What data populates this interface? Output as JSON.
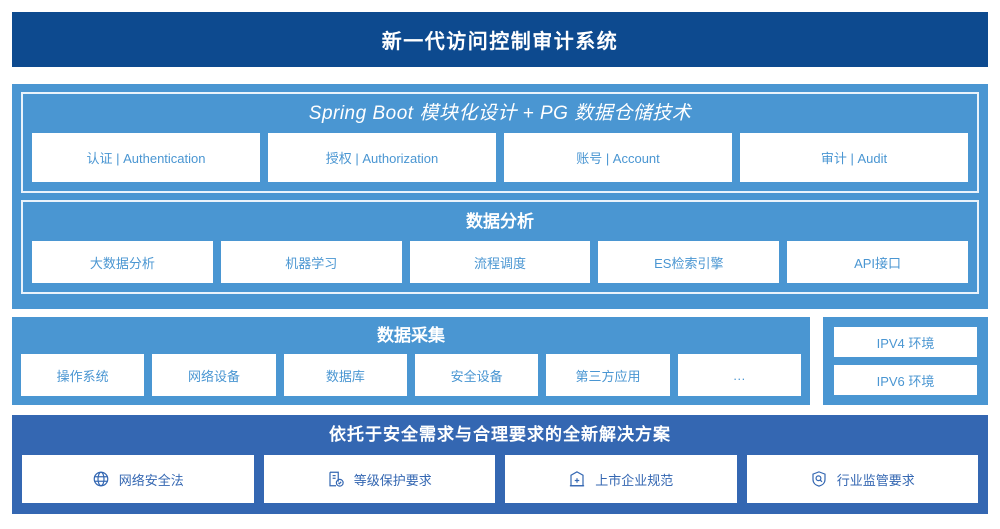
{
  "header": {
    "title": "新一代访问控制审计系统",
    "bg_color": "#0d4a8f"
  },
  "platform": {
    "bg_color": "#4a96d2",
    "springboot": {
      "title": "Spring Boot 模块化设计 + PG 数据仓储技术",
      "chips": [
        {
          "label": "认证 | Authentication"
        },
        {
          "label": "授权 | Authorization"
        },
        {
          "label": "账号 | Account"
        },
        {
          "label": "审计 | Audit"
        }
      ]
    },
    "analysis": {
      "title": "数据分析",
      "chips": [
        {
          "label": "大数据分析"
        },
        {
          "label": "机器学习"
        },
        {
          "label": "流程调度"
        },
        {
          "label": "ES检索引擎"
        },
        {
          "label": "API接口"
        }
      ]
    }
  },
  "collection": {
    "bg_color": "#4a96d2",
    "title": "数据采集",
    "chips": [
      {
        "label": "操作系统"
      },
      {
        "label": "网络设备"
      },
      {
        "label": "数据库"
      },
      {
        "label": "安全设备"
      },
      {
        "label": "第三方应用"
      },
      {
        "label": "…"
      }
    ]
  },
  "environment": {
    "bg_color": "#4a96d2",
    "chips": [
      {
        "label": "IPV4 环境"
      },
      {
        "label": "IPV6 环境"
      }
    ]
  },
  "compliance": {
    "bg_color": "#3467b2",
    "title": "依托于安全需求与合理要求的全新解决方案",
    "chips": [
      {
        "label": "网络安全法",
        "icon": "globe-network-icon"
      },
      {
        "label": "等级保护要求",
        "icon": "document-check-icon"
      },
      {
        "label": "上市企业规范",
        "icon": "bank-building-icon"
      },
      {
        "label": "行业监管要求",
        "icon": "shield-search-icon"
      }
    ]
  }
}
